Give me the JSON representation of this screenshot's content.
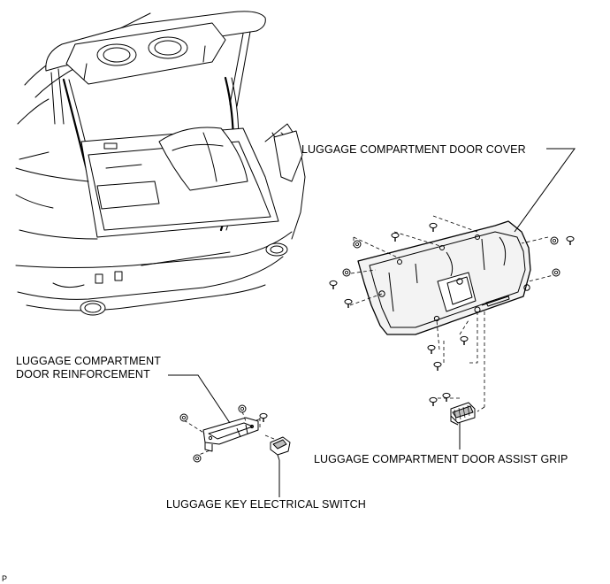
{
  "labels": {
    "door_cover": "LUGGAGE COMPARTMENT DOOR COVER",
    "door_reinforcement_line1": "LUGGAGE COMPARTMENT",
    "door_reinforcement_line2": "DOOR REINFORCEMENT",
    "assist_grip": "LUGGAGE COMPARTMENT DOOR ASSIST GRIP",
    "key_switch": "LUGGAGE KEY ELECTRICAL SWITCH"
  },
  "figure_code": "P",
  "colors": {
    "line": "#000000",
    "background": "#ffffff",
    "panel_fill": "#e8e8e8",
    "shade": "#bdbdbd"
  }
}
